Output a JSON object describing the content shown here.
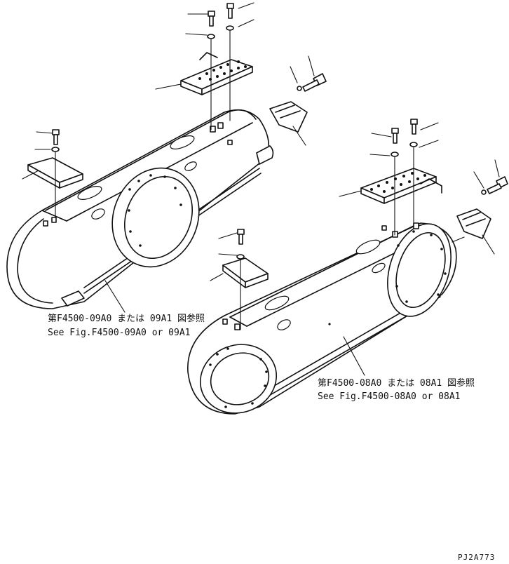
{
  "references": {
    "left_jp": "第F4500-09A0 または 09A1 図参照",
    "left_en": "See Fig.F4500-09A0 or 09A1",
    "right_jp": "第F4500-08A0 または 08A1 図参照",
    "right_en": "See Fig.F4500-08A0 or 08A1"
  },
  "drawing_code": "PJ2A773"
}
